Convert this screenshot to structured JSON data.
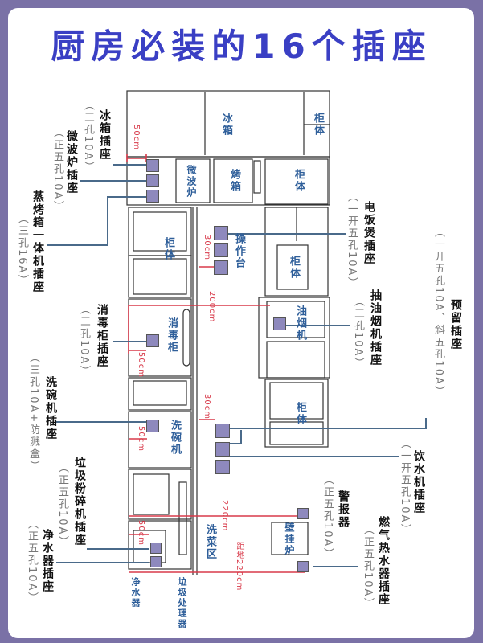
{
  "title": "厨房必装的16个插座",
  "colors": {
    "frame": "#7a71a6",
    "title": "#3a3fc4",
    "socket": "#8e89bd",
    "dimension_line": "#d83a4a",
    "leader_line": "#4a6a8a",
    "cabinet_text": "#2f5f9a"
  },
  "cabinets": {
    "fridge": "冰箱",
    "cabinet": "柜体",
    "microwave": "微波炉",
    "oven": "烤箱",
    "worktop": "操作台",
    "hood": "油烟机",
    "sterilizer": "消毒柜",
    "dishwasher": "洗碗机",
    "sink_area": "洗菜区",
    "water_heater": "壁挂炉",
    "garbage_disposer": "垃圾处理器",
    "water_purifier": "净水器"
  },
  "dimensions": {
    "top_50": "50cm",
    "worktop_30": "30cm",
    "height_200": "200cm",
    "sterilizer_50": "50cm",
    "counter_30": "30cm",
    "dishwasher_50": "50cm",
    "sink_50": "50cm",
    "height_220": "220cm",
    "floor_220": "距地220cm"
  },
  "sockets": [
    {
      "name": "冰箱插座",
      "spec": "（三孔10A）"
    },
    {
      "name": "微波炉插座",
      "spec": "（正五孔10A）"
    },
    {
      "name": "蒸烤箱一体机插座",
      "spec": "（三孔16A）"
    },
    {
      "name": "电饭煲插座",
      "spec": "（一开五孔10A）"
    },
    {
      "name": "抽油烟机插座",
      "spec": "（三孔10A）"
    },
    {
      "name": "预留插座",
      "spec": "（一开五孔10A、斜五孔10A）"
    },
    {
      "name": "消毒柜插座",
      "spec": "（三孔10A）"
    },
    {
      "name": "洗碗机插座",
      "spec": "（三孔10A+防溅盒）"
    },
    {
      "name": "饮水机插座",
      "spec": "（一开五孔10A）"
    },
    {
      "name": "垃圾粉碎机插座",
      "spec": "（正五孔10A）"
    },
    {
      "name": "警报器",
      "spec": "（正五孔10A）"
    },
    {
      "name": "燃气热水器插座",
      "spec": "（正五孔10A）"
    },
    {
      "name": "净水器插座",
      "spec": "（正五孔10A）"
    }
  ]
}
